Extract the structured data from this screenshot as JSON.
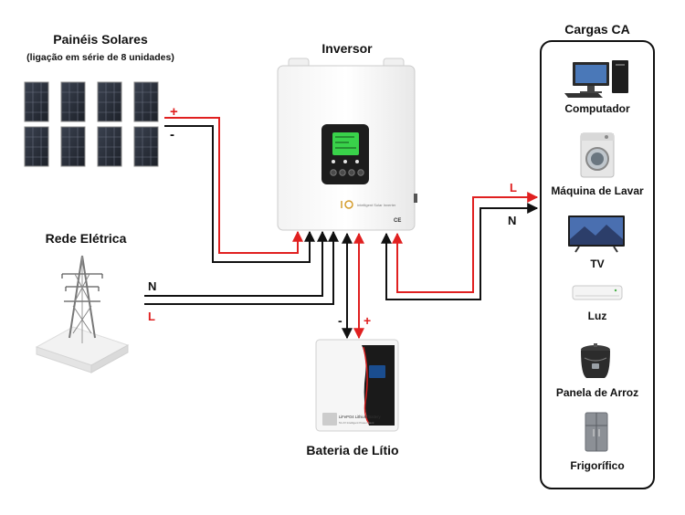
{
  "solar_panels": {
    "title": "Painéis Solares",
    "subtitle": "(ligação em série de 8 unidades)",
    "count": 8
  },
  "inverter": {
    "title": "Inversor",
    "small_text": "Intelligent Solar Inverter",
    "ce_mark": "CE"
  },
  "grid": {
    "title": "Rede Elétrica"
  },
  "battery": {
    "title": "Bateria de Lítio",
    "label": "LiFePO4 Lithium Battery",
    "sublabel": "51.2V Intelligent Power Bank"
  },
  "wires": {
    "pv_positive": "+",
    "pv_negative": "-",
    "grid_neutral": "N",
    "grid_line": "L",
    "battery_negative": "-",
    "battery_positive": "+",
    "load_line": "L",
    "load_neutral": "N"
  },
  "loads": {
    "title": "Cargas CA",
    "items": [
      {
        "label": "Computador",
        "icon": "computer-icon"
      },
      {
        "label": "Máquina de Lavar",
        "icon": "washing-machine-icon"
      },
      {
        "label": "TV",
        "icon": "tv-icon"
      },
      {
        "label": "Luz",
        "icon": "light-icon"
      },
      {
        "label": "Panela de Arroz",
        "icon": "rice-cooker-icon"
      },
      {
        "label": "Frigorífico",
        "icon": "fridge-icon"
      }
    ]
  },
  "colors": {
    "positive_wire": "#e02020",
    "negative_wire": "#111111",
    "panel": "#2a2f38",
    "lcd": "#39d24a"
  }
}
